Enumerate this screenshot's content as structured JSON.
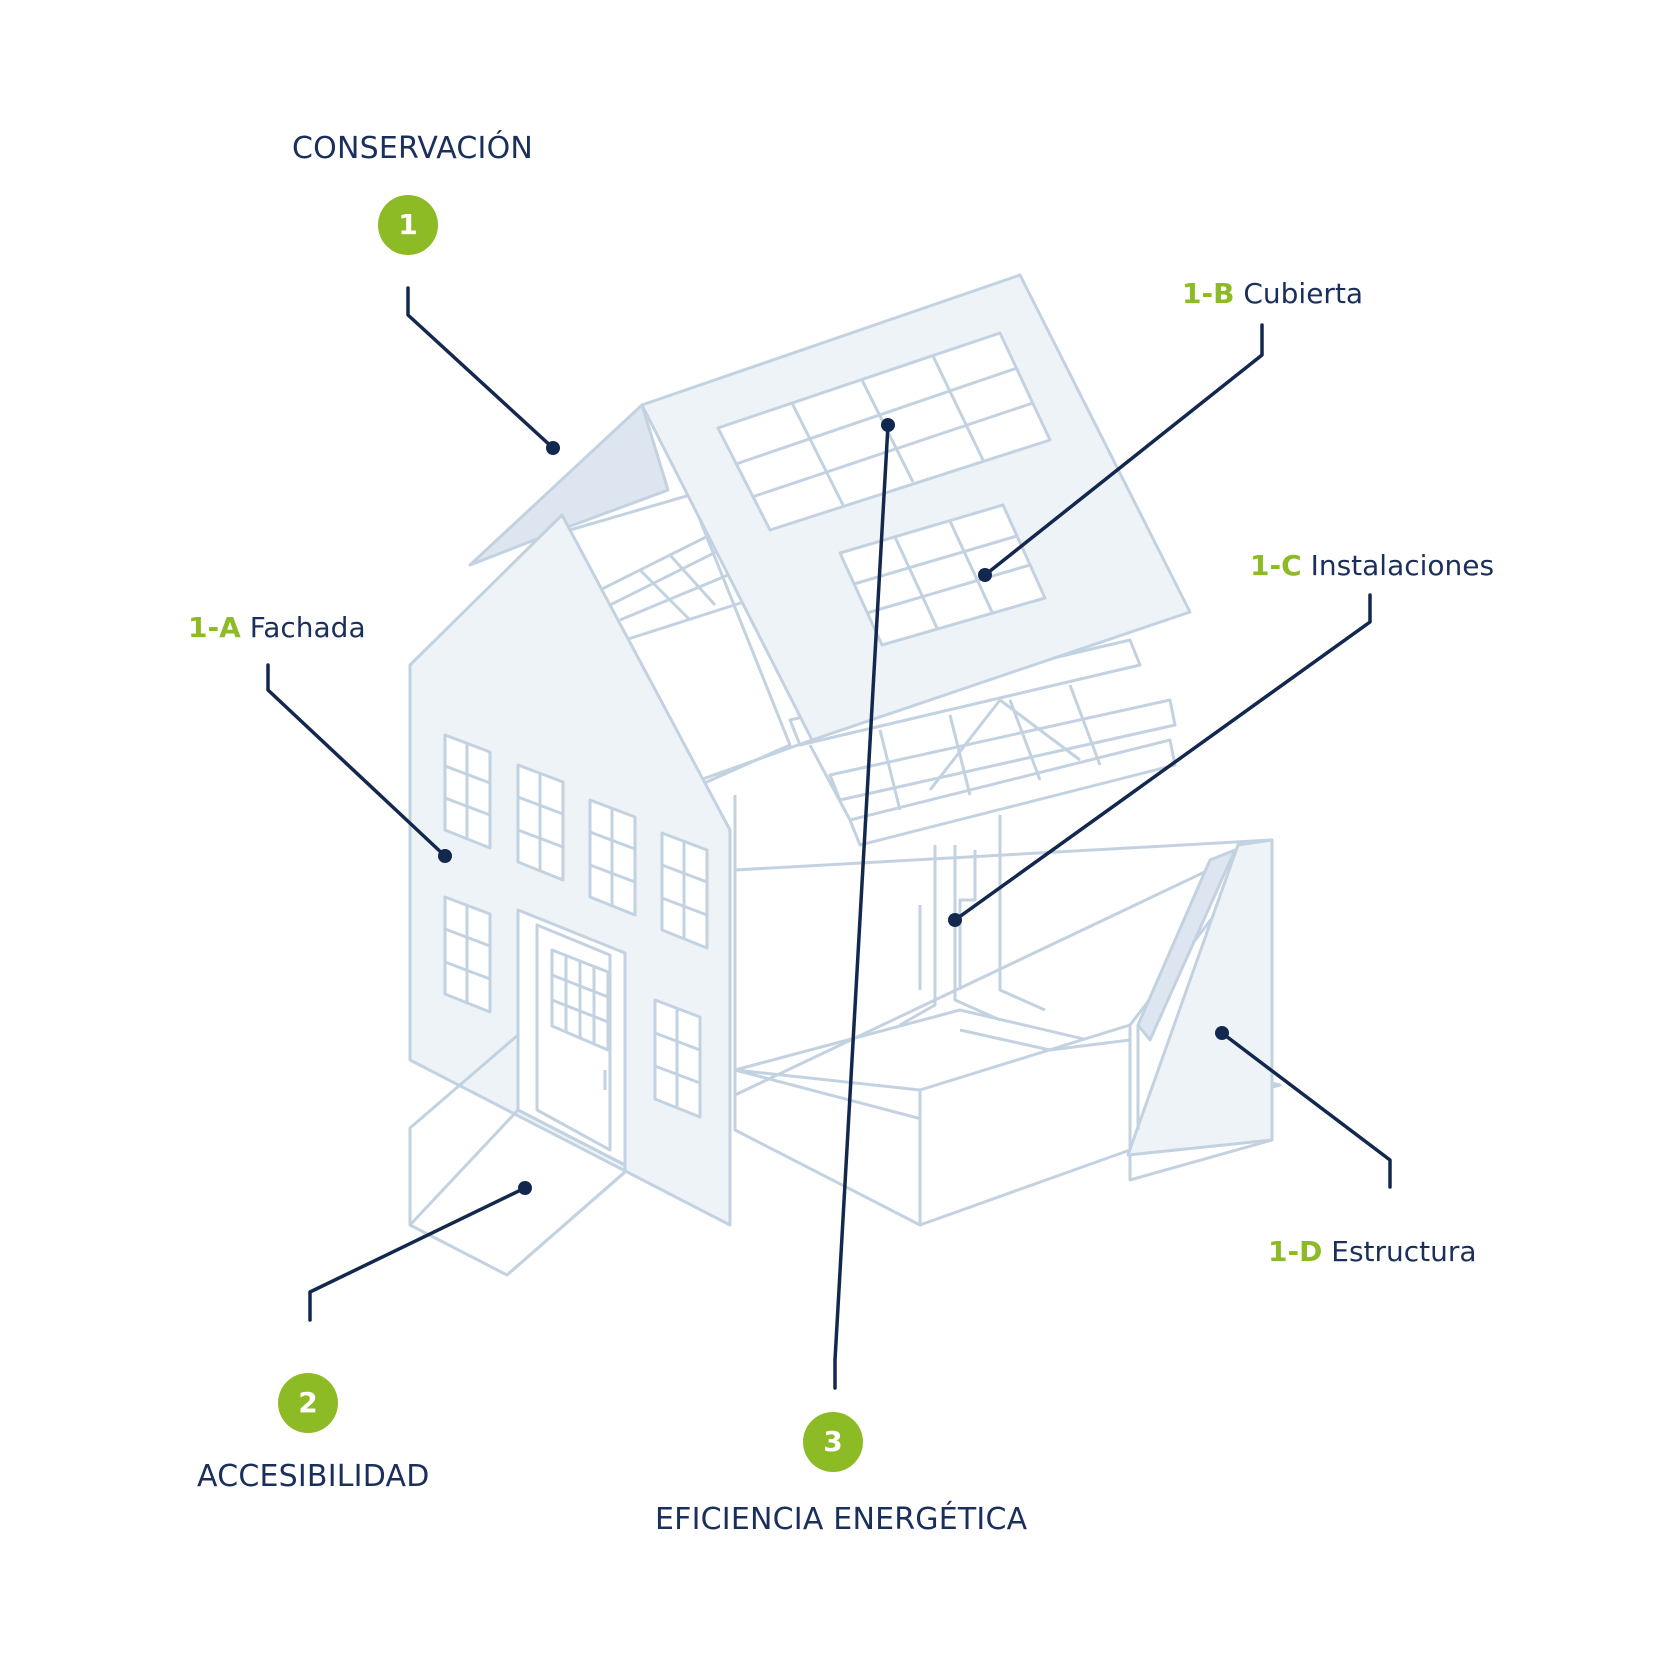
{
  "sections": {
    "conservacion": {
      "number": "1",
      "title": "CONSERVACIÓN"
    },
    "accesibilidad": {
      "number": "2",
      "title": "ACCESIBILIDAD"
    },
    "eficiencia": {
      "number": "3",
      "title": "EFICIENCIA ENERGÉTICA"
    }
  },
  "parts": {
    "fachada": {
      "code": "1-A",
      "name": "Fachada"
    },
    "cubierta": {
      "code": "1-B",
      "name": "Cubierta"
    },
    "instalaciones": {
      "code": "1-C",
      "name": "Instalaciones"
    },
    "estructura": {
      "code": "1-D",
      "name": "Estructura"
    }
  },
  "colors": {
    "navy": "#13284f",
    "green": "#8cbb25",
    "house_stroke": "#c3d2e1",
    "house_fill": "#eef3f8"
  }
}
